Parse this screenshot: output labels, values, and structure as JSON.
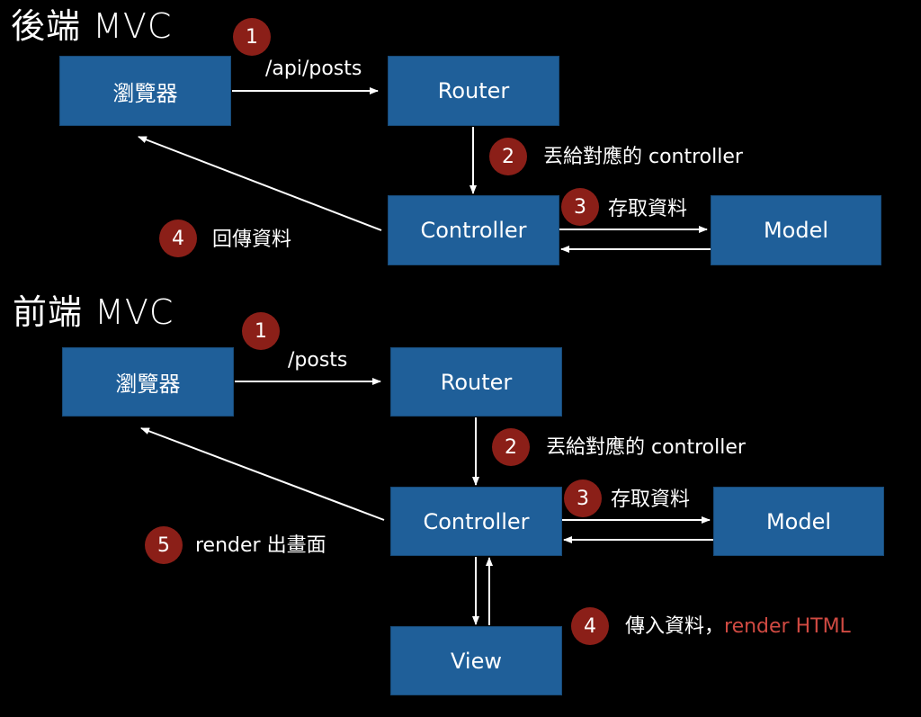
{
  "backend": {
    "title": "後端 MVC",
    "boxes": {
      "browser": "瀏覽器",
      "router": "Router",
      "controller": "Controller",
      "model": "Model"
    },
    "steps": [
      {
        "num": "1",
        "label": "/api/posts"
      },
      {
        "num": "2",
        "label": "丟給對應的 controller"
      },
      {
        "num": "3",
        "label": "存取資料"
      },
      {
        "num": "4",
        "label": "回傳資料"
      }
    ]
  },
  "frontend": {
    "title": "前端 MVC",
    "boxes": {
      "browser": "瀏覽器",
      "router": "Router",
      "controller": "Controller",
      "model": "Model",
      "view": "View"
    },
    "steps": [
      {
        "num": "1",
        "label": "/posts"
      },
      {
        "num": "2",
        "label": "丟給對應的 controller"
      },
      {
        "num": "3",
        "label": "存取資料"
      },
      {
        "num": "4",
        "label": "傳入資料，",
        "highlight": "render HTML"
      },
      {
        "num": "5",
        "label": "render 出畫面"
      }
    ]
  },
  "colors": {
    "box": "#1f5f99",
    "badge": "#8b1f18",
    "highlight": "#d04a42",
    "background": "#000000"
  }
}
